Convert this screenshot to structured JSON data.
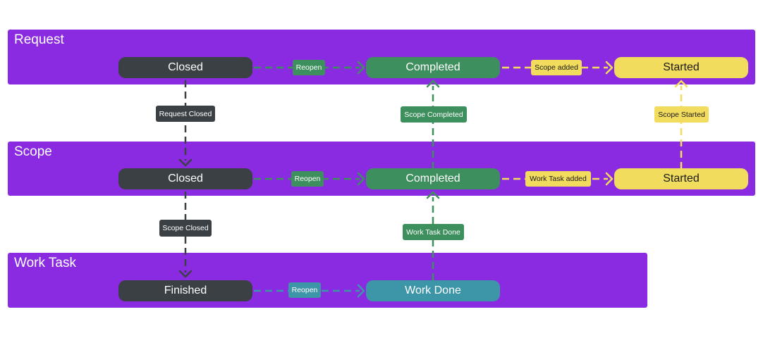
{
  "lanes": {
    "request": {
      "title": "Request"
    },
    "scope": {
      "title": "Scope"
    },
    "work_task": {
      "title": "Work Task"
    }
  },
  "nodes": {
    "request_closed": "Closed",
    "request_completed": "Completed",
    "request_started": "Started",
    "scope_closed": "Closed",
    "scope_completed": "Completed",
    "scope_started": "Started",
    "work_finished": "Finished",
    "work_done": "Work Done"
  },
  "edge_labels": {
    "request_reopen": "Reopen",
    "scope_added": "Scope added",
    "request_closed": "Request Closed",
    "scope_completed": "Scope Completed",
    "scope_started": "Scope Started",
    "scope_reopen": "Reopen",
    "work_task_added": "Work Task added",
    "scope_closed": "Scope Closed",
    "work_task_done": "Work Task Done",
    "work_reopen": "Reopen"
  },
  "colors": {
    "lane": "#8a2be2",
    "dark": "#3b4045",
    "green": "#3e8f5e",
    "yellow": "#f2dc5d",
    "teal": "#3d96a8"
  }
}
